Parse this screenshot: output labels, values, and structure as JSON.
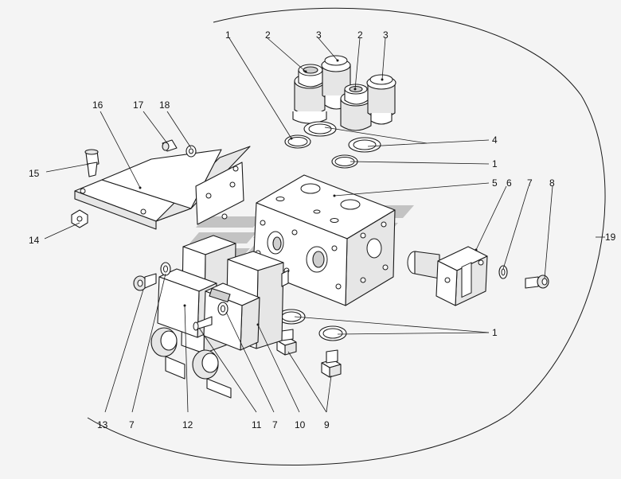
{
  "labels": {
    "l1a": "1",
    "l1b": "1",
    "l1c": "1",
    "l2a": "2",
    "l2b": "2",
    "l3a": "3",
    "l3b": "3",
    "l4": "4",
    "l5": "5",
    "l6": "6",
    "l7a": "7",
    "l7b": "7",
    "l7c": "7",
    "l8": "8",
    "l9": "9",
    "l10": "10",
    "l11": "11",
    "l12": "12",
    "l13": "13",
    "l14": "14",
    "l15": "15",
    "l16": "16",
    "l17": "17",
    "l18": "18",
    "l19": "19"
  },
  "colors": {
    "line": "#1a1a1a",
    "background": "#f4f4f4",
    "watermark": "#9a9a9a"
  }
}
